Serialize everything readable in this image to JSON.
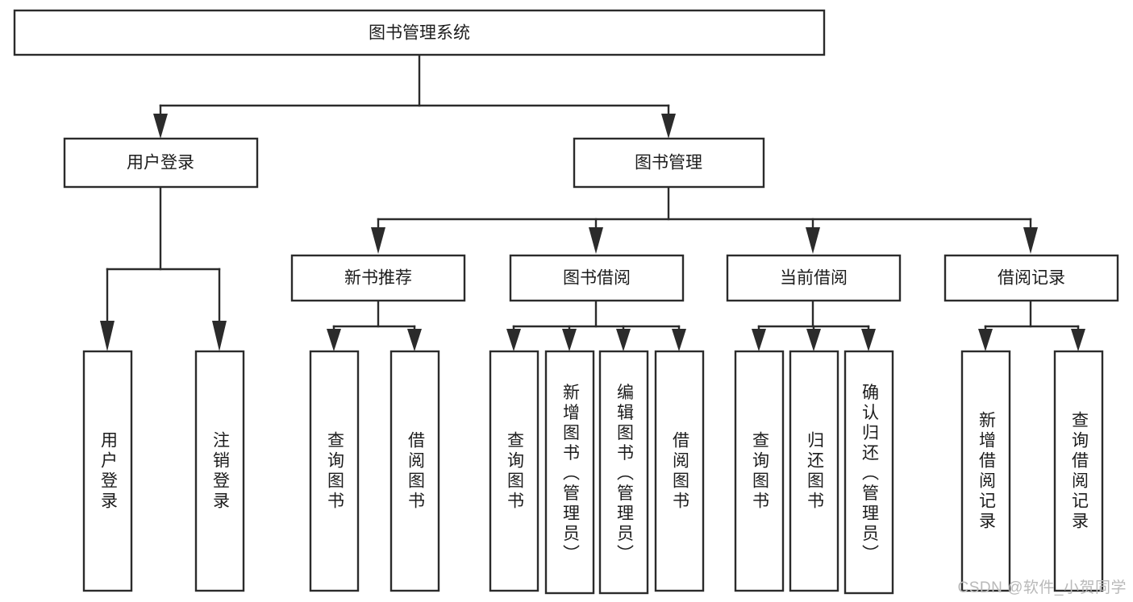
{
  "diagram": {
    "title": "图书管理系统",
    "type": "hierarchy-tree",
    "watermark": "CSDN @软件_小贺同学",
    "colors": {
      "box_fill": "#ffffff",
      "box_stroke": "#2b2b2b",
      "text": "#1c1c1c",
      "background": "#ffffff",
      "watermark": "#b9b9b9"
    },
    "levels": {
      "root": {
        "label": "图书管理系统"
      },
      "level2": [
        {
          "id": "user-login",
          "label": "用户登录"
        },
        {
          "id": "book-management",
          "label": "图书管理"
        }
      ],
      "level3": [
        {
          "id": "new-book-recommend",
          "label": "新书推荐",
          "parent": "book-management"
        },
        {
          "id": "book-borrow",
          "label": "图书借阅",
          "parent": "book-management"
        },
        {
          "id": "current-borrow",
          "label": "当前借阅",
          "parent": "book-management"
        },
        {
          "id": "borrow-record",
          "label": "借阅记录",
          "parent": "book-management"
        }
      ],
      "leaves": [
        {
          "id": "leaf-user-login",
          "label": "用户登录",
          "parent": "user-login"
        },
        {
          "id": "leaf-logout-login",
          "label": "注销登录",
          "parent": "user-login"
        },
        {
          "id": "leaf-query-book-1",
          "label": "查询图书",
          "parent": "new-book-recommend"
        },
        {
          "id": "leaf-borrow-book-1",
          "label": "借阅图书",
          "parent": "new-book-recommend"
        },
        {
          "id": "leaf-query-book-2",
          "label": "查询图书",
          "parent": "book-borrow"
        },
        {
          "id": "leaf-add-book",
          "label": "新增图书（管理员）",
          "parent": "book-borrow"
        },
        {
          "id": "leaf-edit-book",
          "label": "编辑图书（管理员）",
          "parent": "book-borrow"
        },
        {
          "id": "leaf-borrow-book-2",
          "label": "借阅图书",
          "parent": "book-borrow"
        },
        {
          "id": "leaf-query-book-3",
          "label": "查询图书",
          "parent": "current-borrow"
        },
        {
          "id": "leaf-return-book",
          "label": "归还图书",
          "parent": "current-borrow"
        },
        {
          "id": "leaf-confirm-return",
          "label": "确认归还（管理员）",
          "parent": "current-borrow"
        },
        {
          "id": "leaf-add-record",
          "label": "新增借阅记录",
          "parent": "borrow-record"
        },
        {
          "id": "leaf-query-record",
          "label": "查询借阅记录",
          "parent": "borrow-record"
        }
      ]
    }
  }
}
